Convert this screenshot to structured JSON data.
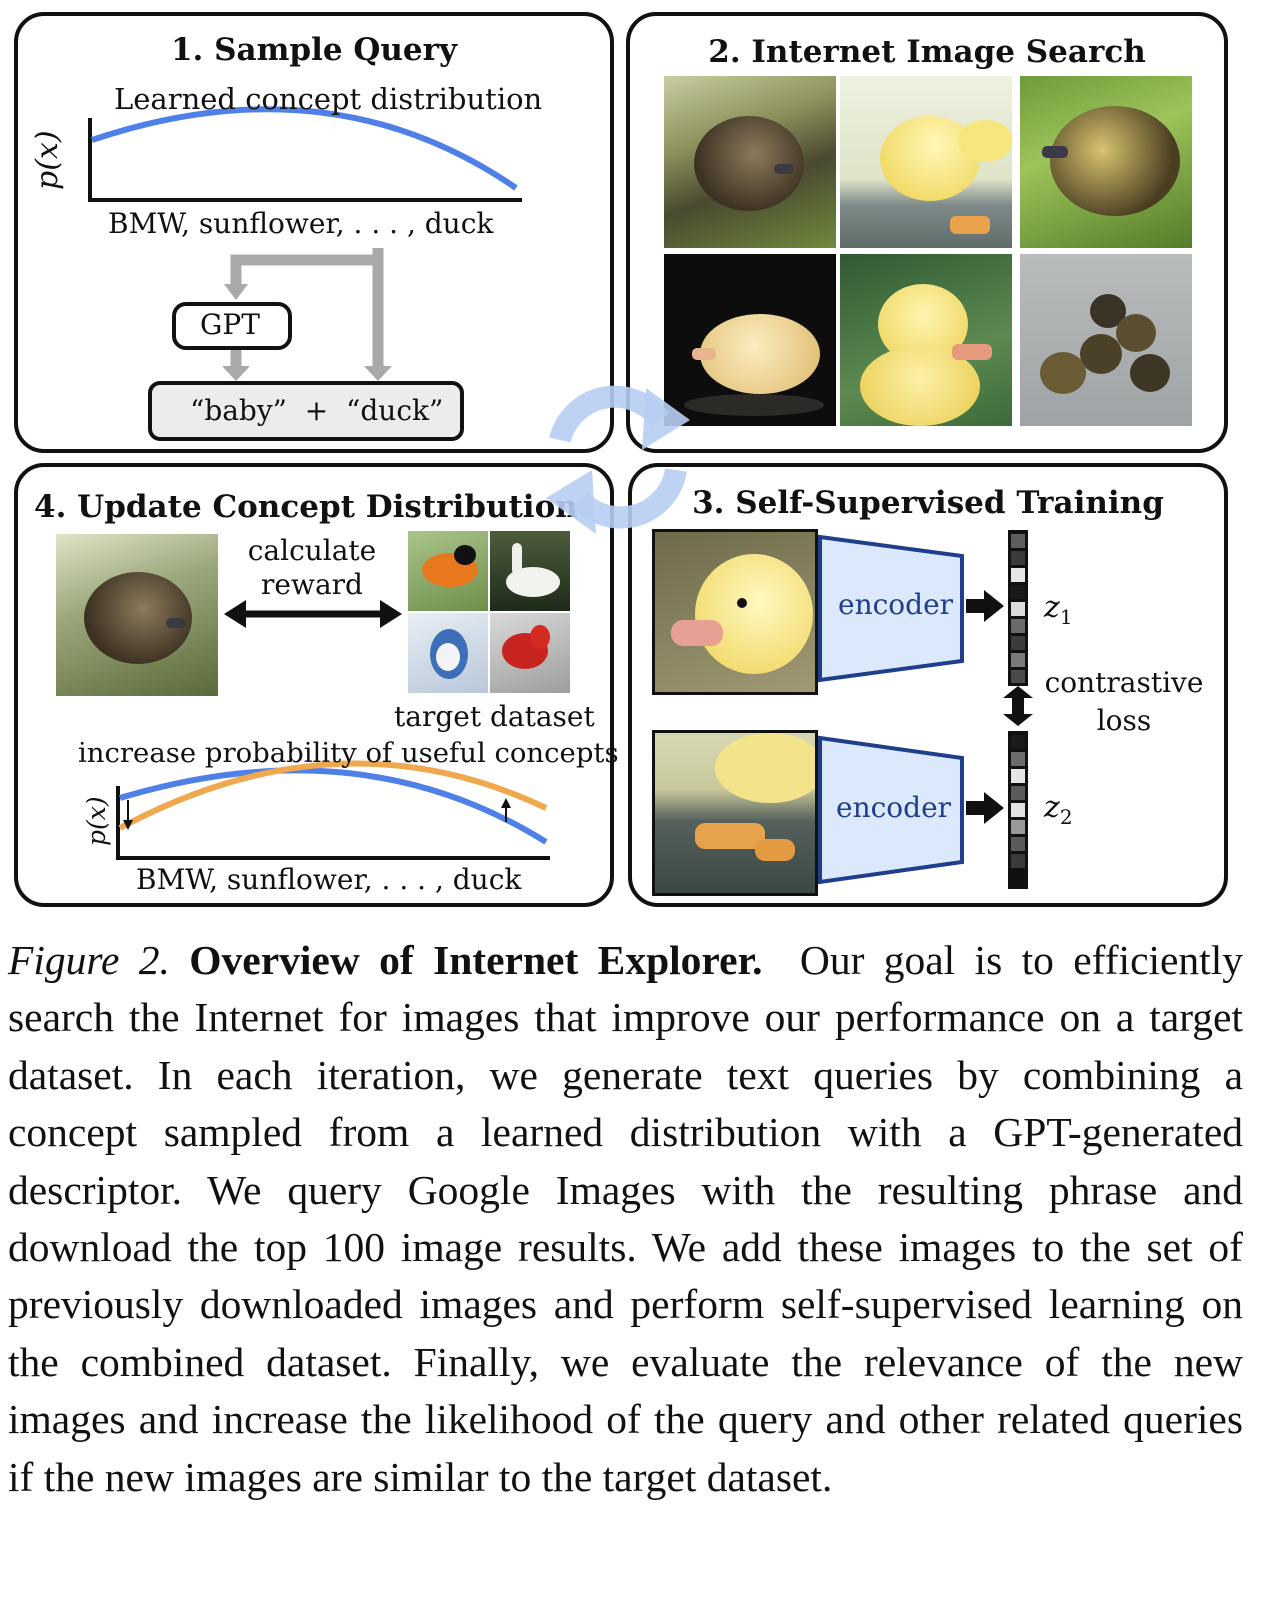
{
  "panel1": {
    "title": "1. Sample Query",
    "curve_label": "Learned concept distribution",
    "y_label": "p(x)",
    "x_label": "BMW, sunflower, . . . , duck",
    "gpt_label": "GPT",
    "query_label": "“baby”  +  “duck”"
  },
  "panel2": {
    "title": "2. Internet Image Search"
  },
  "panel3": {
    "title": "3. Self-Supervised Training",
    "encoder_top": "encoder",
    "encoder_bottom": "encoder",
    "z1": "z",
    "z1_sub": "1",
    "z2": "z",
    "z2_sub": "2",
    "loss_line1": "contrastive",
    "loss_line2": "loss"
  },
  "panel4": {
    "title": "4. Update Concept Distribution",
    "reward_line1": "calculate",
    "reward_line2": "reward",
    "target_label": "target dataset",
    "increase_label": "increase probability of useful concepts",
    "y_label": "p(x)",
    "x_label": "BMW, sunflower, . . . , duck"
  },
  "colors": {
    "blue_curve": "#4f80e8",
    "orange_curve": "#f0a84e",
    "encoder_fill": "#dce8fb",
    "encoder_stroke": "#1f3f8c",
    "cycle_arrow": "#b7cdf3",
    "gray_arrow": "#a9a9a9"
  },
  "caption": {
    "figure_label": "Figure 2.",
    "bold_title": "Overview of Internet Explorer.",
    "body": "Our goal is to efficiently search the Internet for images that improve our performance on a target dataset. In each iteration, we generate text queries by combining a concept sampled from a learned distribution with a GPT-generated descriptor. We query Google Images with the resulting phrase and download the top 100 image results. We add these images to the set of previously downloaded images and perform self-supervised learning on the combined dataset. Finally, we evaluate the relevance of the new images and increase the likelihood of the query and other related queries if the new images are similar to the target dataset."
  }
}
